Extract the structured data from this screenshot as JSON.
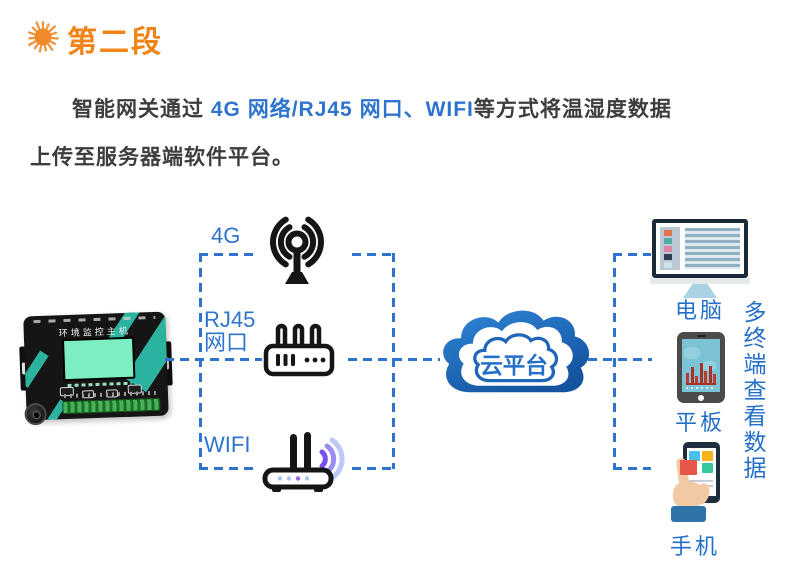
{
  "title": "第二段",
  "intro": {
    "pre": "智能网关通过 ",
    "highlight": "4G 网络/RJ45 网口、WIFI",
    "post": "等方式将温湿度数据",
    "line2": "上传至服务器端软件平台。"
  },
  "gateway": {
    "label": "环境监控主机"
  },
  "links": {
    "g4": "4G",
    "rj45_line1": "RJ45",
    "rj45_line2": "网口",
    "wifi": "WIFI"
  },
  "cloud": {
    "label": "云平台"
  },
  "terminals": {
    "computer": "电脑",
    "tablet": "平板",
    "phone": "手机"
  },
  "note": "多终端查看数据",
  "colors": {
    "accent_orange": "#f08416",
    "text_blue": "#2e74cf",
    "label_blue": "#2470c8",
    "cloud_blue_dark": "#14549f",
    "cloud_blue_light": "#2f86d8",
    "wifi_purple": "#7b4ff0",
    "text_dark": "#3d3d3d"
  }
}
